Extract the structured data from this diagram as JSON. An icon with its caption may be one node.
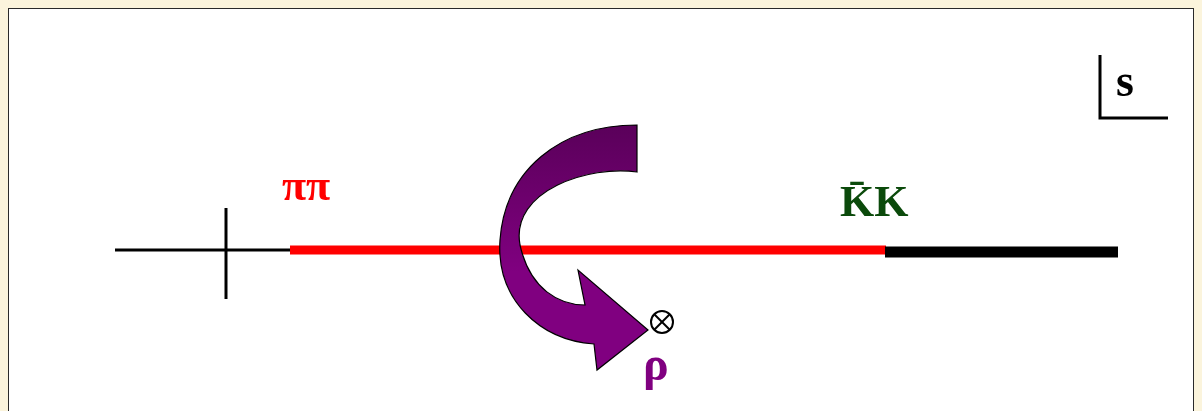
{
  "diagram": {
    "labels": [
      "s",
      "ππ",
      "K̄K",
      "ρ"
    ]
  }
}
